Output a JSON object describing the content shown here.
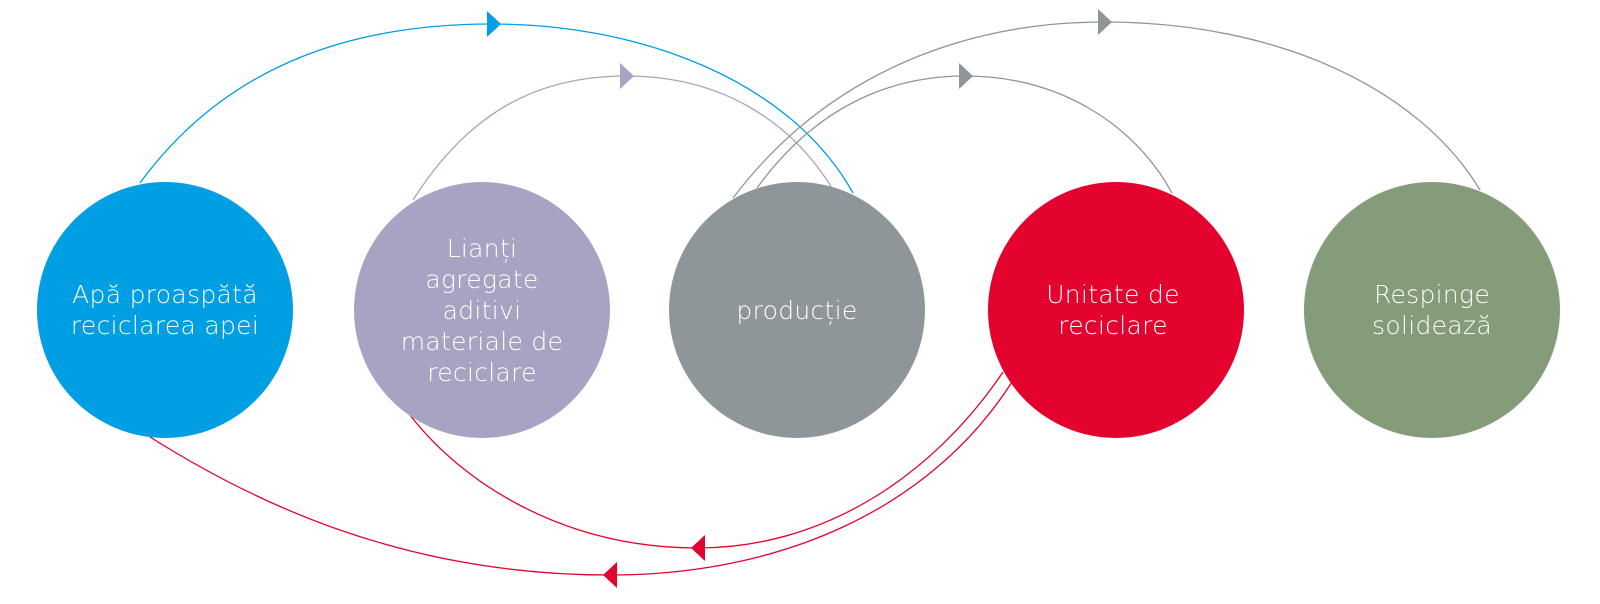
{
  "nodes": [
    {
      "id": "water",
      "lines": [
        "Apă proaspătă",
        "reciclarea apei"
      ],
      "color": "#009fe3"
    },
    {
      "id": "materials",
      "lines": [
        "Lianți",
        "agregate",
        "aditivi",
        "materiale de",
        "reciclare"
      ],
      "color": "#a7a4c3"
    },
    {
      "id": "production",
      "lines": [
        "producție"
      ],
      "color": "#8e9699"
    },
    {
      "id": "recycling",
      "lines": [
        "Unitate de",
        "reciclare"
      ],
      "color": "#e4032e"
    },
    {
      "id": "reject",
      "lines": [
        "Respinge",
        "solidează"
      ],
      "color": "#849c7a"
    }
  ],
  "flows": [
    {
      "from": "water",
      "to": "production",
      "color": "#009fe3",
      "arrow_color": "#009fe3"
    },
    {
      "from": "materials",
      "to": "production",
      "color": "#a7a4c3",
      "arrow_color": "#a7a4c3"
    },
    {
      "from": "production",
      "to": "reject",
      "color": "#8e9699",
      "arrow_color": "#8e9699"
    },
    {
      "from": "production",
      "to": "recycling",
      "color": "#8e9699",
      "arrow_color": "#8e9699"
    },
    {
      "from": "recycling",
      "to": "materials",
      "color": "#e4032e",
      "arrow_color": "#e4032e"
    },
    {
      "from": "recycling",
      "to": "water",
      "color": "#e4032e",
      "arrow_color": "#e4032e"
    }
  ]
}
